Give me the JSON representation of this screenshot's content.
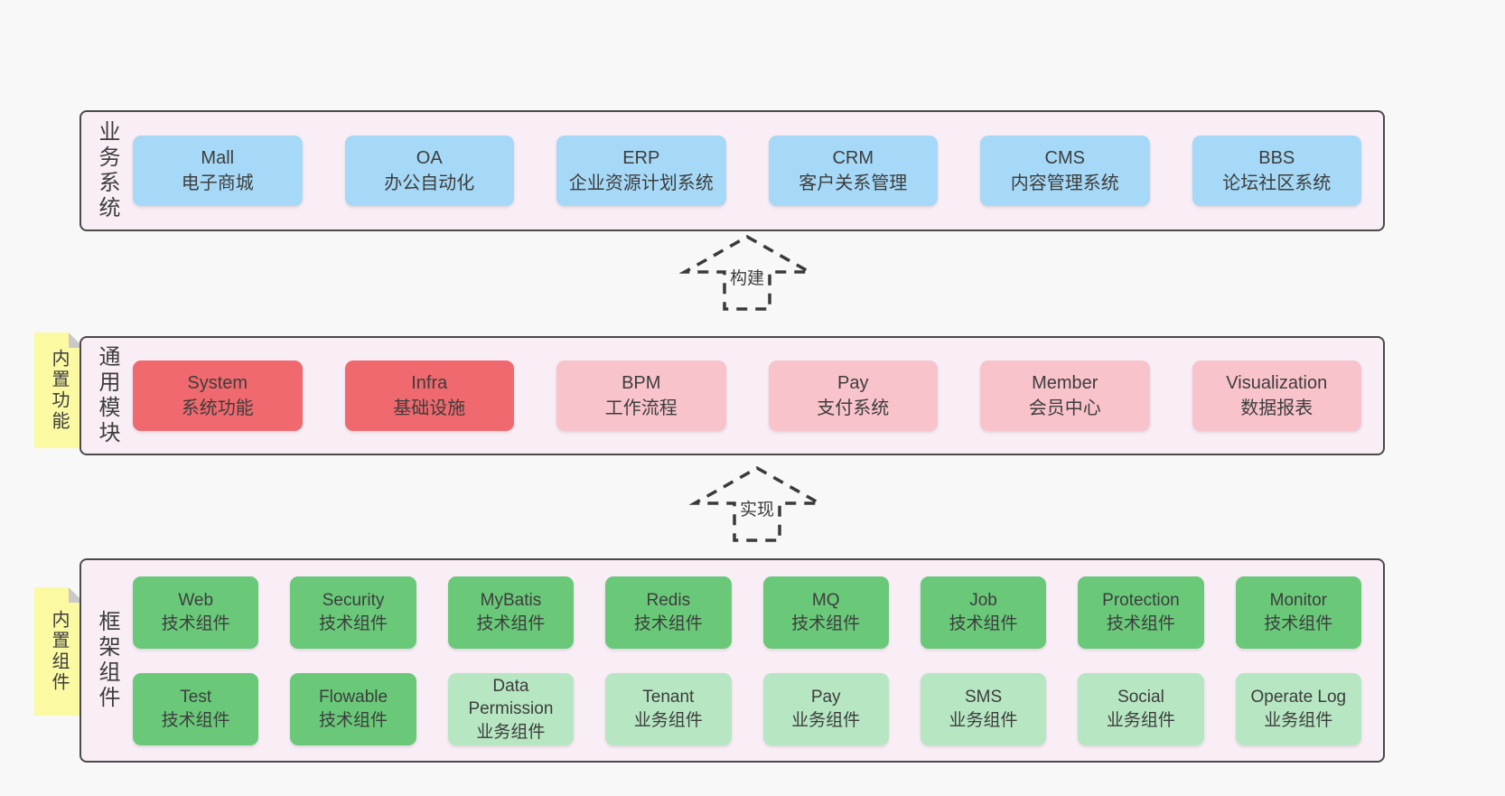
{
  "colors": {
    "page_bg": "#f8f8f8",
    "band_bg": "#f9edf6",
    "band_border": "#4a4a4a",
    "box_blue": "#a6d9f7",
    "box_red": "#f0696e",
    "box_pink": "#f9c3cc",
    "box_green": "#69c979",
    "box_lightgreen": "#b7e6c2",
    "sticky_bg": "#fbf9a2",
    "sticky_fold": "#c9c9c9",
    "text": "#3d3d3d",
    "arrow": "#3a3a3a"
  },
  "arrows": [
    {
      "label": "构建"
    },
    {
      "label": "实现"
    }
  ],
  "bands": [
    {
      "label": "业务系统",
      "boxes": [
        {
          "title": "Mall",
          "subtitle": "电子商城"
        },
        {
          "title": "OA",
          "subtitle": "办公自动化"
        },
        {
          "title": "ERP",
          "subtitle": "企业资源计划系统"
        },
        {
          "title": "CRM",
          "subtitle": "客户关系管理"
        },
        {
          "title": "CMS",
          "subtitle": "内容管理系统"
        },
        {
          "title": "BBS",
          "subtitle": "论坛社区系统"
        }
      ]
    },
    {
      "label": "通用模块",
      "sticky": "内置功能",
      "boxes": [
        {
          "title": "System",
          "subtitle": "系统功能"
        },
        {
          "title": "Infra",
          "subtitle": "基础设施"
        },
        {
          "title": "BPM",
          "subtitle": "工作流程"
        },
        {
          "title": "Pay",
          "subtitle": "支付系统"
        },
        {
          "title": "Member",
          "subtitle": "会员中心"
        },
        {
          "title": "Visualization",
          "subtitle": "数据报表"
        }
      ]
    },
    {
      "label": "框架组件",
      "sticky": "内置组件",
      "rows": [
        {
          "boxes": [
            {
              "title": "Web",
              "subtitle": "技术组件"
            },
            {
              "title": "Security",
              "subtitle": "技术组件"
            },
            {
              "title": "MyBatis",
              "subtitle": "技术组件"
            },
            {
              "title": "Redis",
              "subtitle": "技术组件"
            },
            {
              "title": "MQ",
              "subtitle": "技术组件"
            },
            {
              "title": "Job",
              "subtitle": "技术组件"
            },
            {
              "title": "Protection",
              "subtitle": "技术组件"
            },
            {
              "title": "Monitor",
              "subtitle": "技术组件"
            }
          ]
        },
        {
          "boxes": [
            {
              "title": "Test",
              "subtitle": "技术组件"
            },
            {
              "title": "Flowable",
              "subtitle": "技术组件"
            },
            {
              "title": "Data Permission",
              "subtitle": "业务组件"
            },
            {
              "title": "Tenant",
              "subtitle": "业务组件"
            },
            {
              "title": "Pay",
              "subtitle": "业务组件"
            },
            {
              "title": "SMS",
              "subtitle": "业务组件"
            },
            {
              "title": "Social",
              "subtitle": "业务组件"
            },
            {
              "title": "Operate Log",
              "subtitle": "业务组件"
            }
          ]
        }
      ]
    }
  ]
}
